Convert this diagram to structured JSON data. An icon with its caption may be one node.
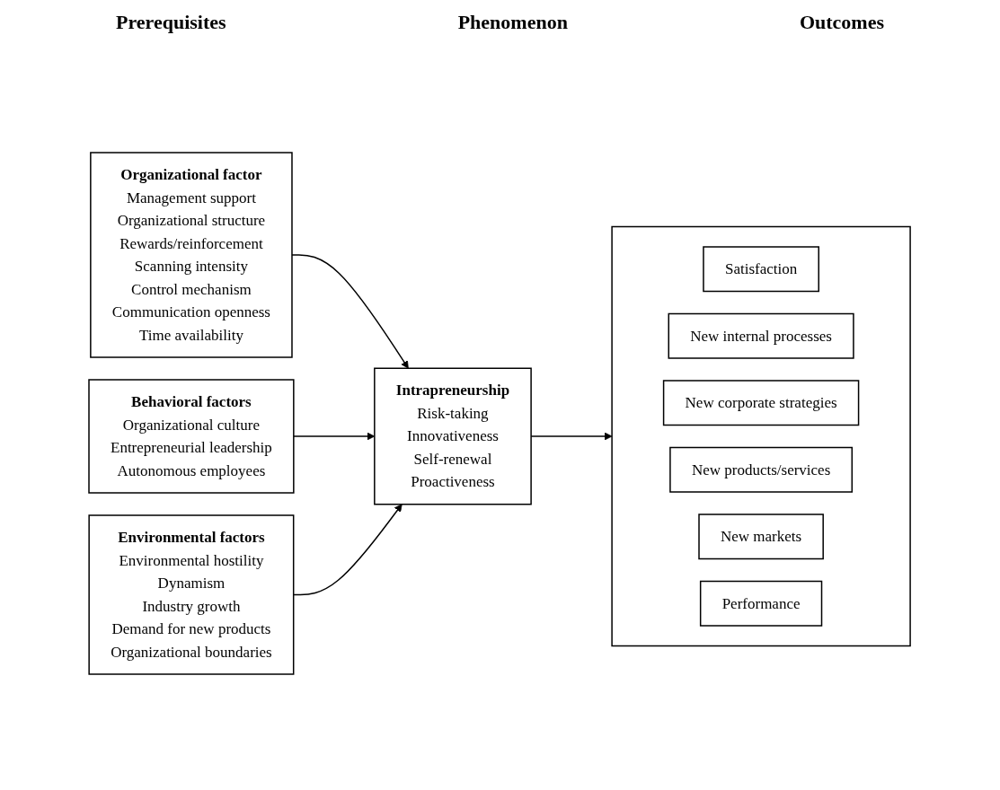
{
  "diagram": {
    "nodes": [
      {
        "text": [
          "Organizational factor",
          "Management support",
          "Organizational structure",
          "Rewards/reinforcement",
          "Scanning intensity",
          "Control mechanism",
          "Communication openness",
          "Time availability"
        ]
      },
      {
        "text": [
          "Behavioral factors",
          "Organizational culture",
          "Entrepreneurial leadership",
          "Autonomous employees"
        ]
      },
      {
        "text": [
          "Environmental factors",
          "Environmental hostility",
          "Dynamism",
          "Industry growth",
          "Demand for new products",
          "Organizational boundaries"
        ]
      },
      {
        "text": [
          "Intrapreneurship",
          "Risk-taking",
          "Innovativeness",
          "Self-renewal",
          "Proactiveness"
        ]
      },
      {
        "text": [],
        "shape": "box"
      },
      {
        "text": [
          "Satisfaction"
        ],
        "in": 4
      },
      {
        "text": [
          "New internal processes"
        ],
        "in": 4
      },
      {
        "text": [
          "New corporate strategies"
        ],
        "in": 4
      },
      {
        "text": [
          "New products/services"
        ],
        "in": 4
      },
      {
        "text": [
          "New markets"
        ],
        "in": 4
      },
      {
        "text": [
          "Performance"
        ],
        "in": 4
      }
    ],
    "edges": [
      {
        "from": 0,
        "to": 3,
        "arrow": "to"
      },
      {
        "from": 1,
        "to": 3,
        "arrow": "to"
      },
      {
        "from": 2,
        "to": 3,
        "arrow": "to"
      },
      {
        "from": 3,
        "to": 4,
        "arrow": "to"
      }
    ],
    "labels": [
      "Prerequisites",
      "Phenomenon",
      "Outcomes"
    ]
  }
}
